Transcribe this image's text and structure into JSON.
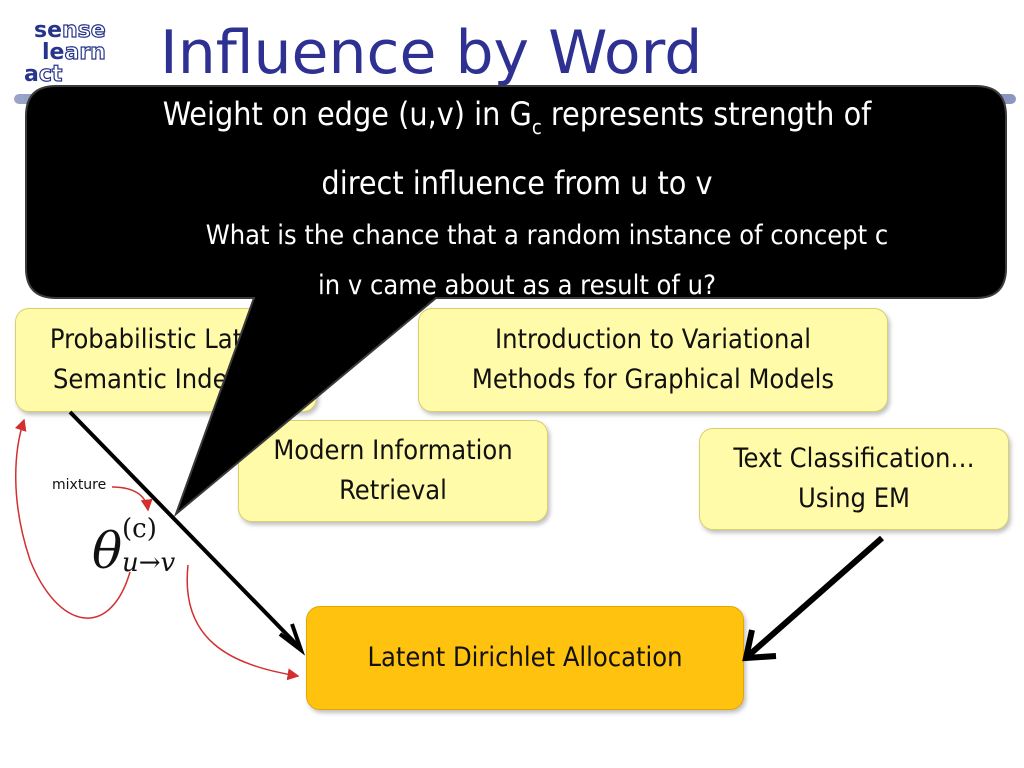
{
  "logo": {
    "line1_dark": "se",
    "line1_light": "nse",
    "line2_dark": "le",
    "line2_light": "arn",
    "line3_dark": "a",
    "line3_light": "ct"
  },
  "title": "Influence by Word",
  "callout": {
    "line1_pre": "Weight on edge (u,v) in G",
    "line1_sub": "c",
    "line1_post": " represents strength of",
    "line2": "direct influence from u to v",
    "line3": "What is the chance that a random instance of concept c",
    "line4": "in v came about as a result of u?"
  },
  "nodes": {
    "probabilistic": "Probabilistic Latent\nSemantic Indexing",
    "variational": "Introduction to Variational\nMethods for Graphical Models",
    "modern_ir": "Modern Information\nRetrieval",
    "text_classification": "Text Classification…\nUsing EM",
    "lda": "Latent Dirichlet Allocation"
  },
  "formula": {
    "symbol": "θ",
    "superscript": "(c)",
    "subscript": "u→v"
  },
  "annotation": {
    "mixture": "mixture"
  },
  "colors": {
    "title": "#2e3192",
    "node_fill": "#fffba8",
    "lda_fill": "#ffc20e",
    "callout_fill": "#000000",
    "annotation_arrow": "#d32f2f"
  }
}
